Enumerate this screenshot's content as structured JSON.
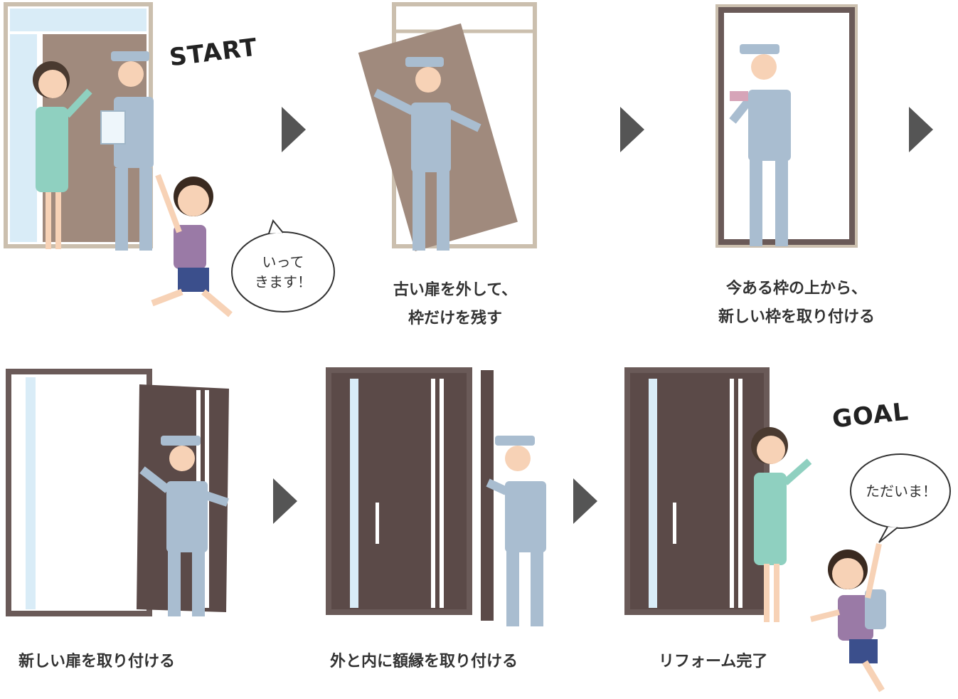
{
  "labels": {
    "start": "START",
    "goal": "GOAL"
  },
  "speech": {
    "leaving": [
      "いって",
      "きます！"
    ],
    "returning": "ただいま！"
  },
  "steps": [
    {
      "caption": [
        "古い扉を外して、",
        "枠だけを残す"
      ]
    },
    {
      "caption": [
        "今ある枠の上から、",
        "新しい枠を取り付ける"
      ]
    },
    {
      "caption": [
        "新しい扉を取り付ける"
      ]
    },
    {
      "caption": [
        "外と内に額縁を取り付ける"
      ]
    },
    {
      "caption": [
        "リフォーム完了"
      ]
    }
  ],
  "colors": {
    "old_door": "#a08a7d",
    "old_frame": "#cbbfae",
    "new_frame": "#6a5a58",
    "new_door": "#5b4a48",
    "glass": "#d9ecf7",
    "uniform": "#a9bdd0",
    "mother_dress": "#8fd0c0",
    "child_shirt": "#9a7aa6",
    "arrow": "#555555"
  }
}
